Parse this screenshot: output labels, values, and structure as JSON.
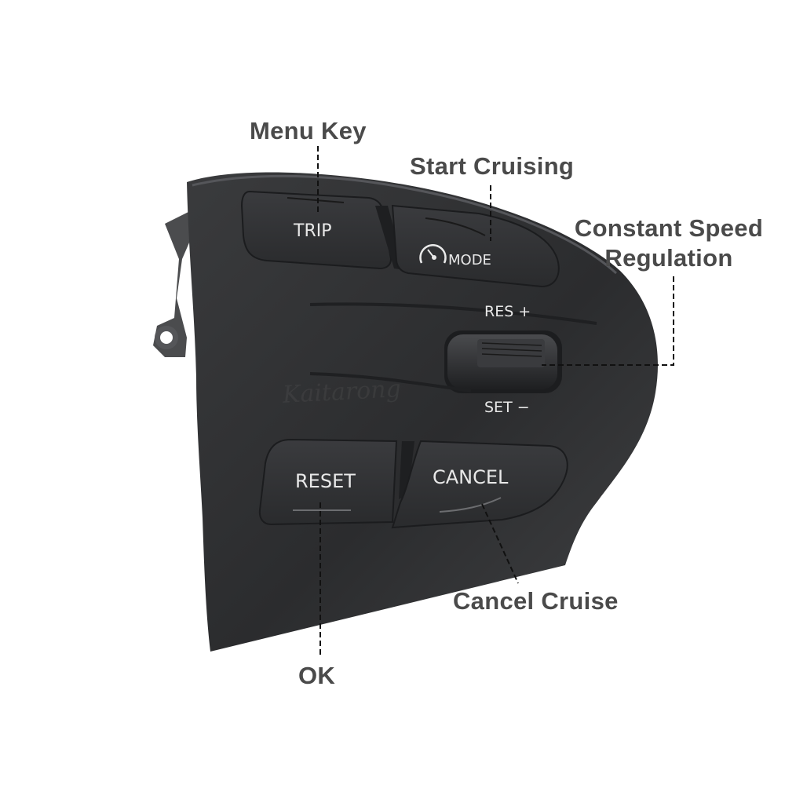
{
  "diagram": {
    "subject": "Steering wheel cruise control switch (right side)",
    "background_color": "#ffffff",
    "housing_color": "#2e2f31",
    "callout_text_color": "#4a4a4a",
    "leader_line_color": "#111111",
    "watermark_text": "Kaitarong"
  },
  "buttons": {
    "trip": {
      "label": "TRIP"
    },
    "mode": {
      "label": "MODE",
      "icon": "speedometer-icon"
    },
    "res": {
      "label": "RES +"
    },
    "set": {
      "label": "SET −"
    },
    "reset": {
      "label": "RESET"
    },
    "cancel": {
      "label": "CANCEL"
    }
  },
  "callouts": {
    "menu_key": "Menu Key",
    "start_cruising": "Start Cruising",
    "constant_speed_line1": "Constant Speed",
    "constant_speed_line2": "Regulation",
    "cancel_cruise": "Cancel Cruise",
    "ok": "OK"
  }
}
